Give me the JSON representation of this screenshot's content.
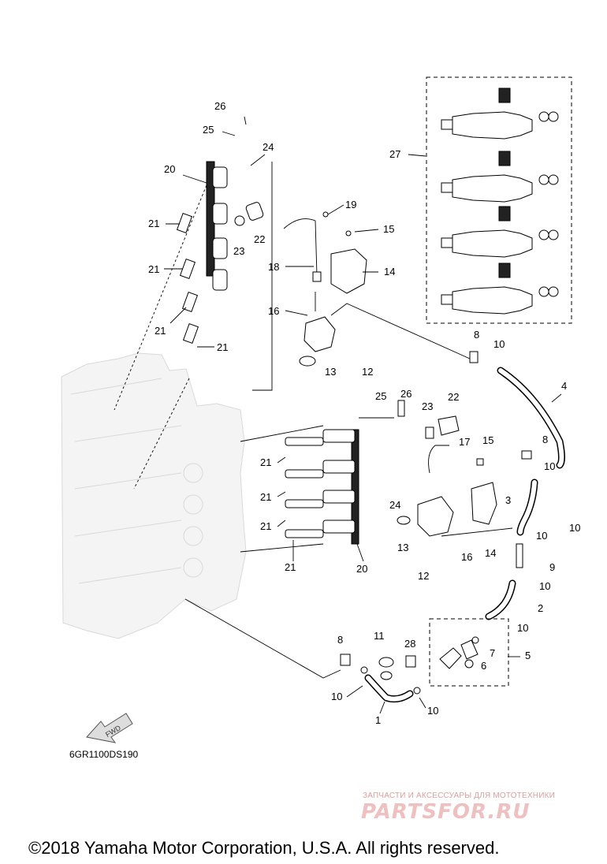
{
  "diagram": {
    "code": "6GR1100DS190",
    "fwd_label": "FWD",
    "watermark": {
      "subtitle": "ЗАПЧАСТИ И АКСЕССУАРЫ ДЛЯ МОТОТЕХНИКИ",
      "brand": "PARTSFOR.RU"
    },
    "copyright": "©2018 Yamaha Motor Corporation, U.S.A. All rights reserved.",
    "callouts": [
      {
        "label": "26"
      },
      {
        "label": "25"
      },
      {
        "label": "24"
      },
      {
        "label": "20"
      },
      {
        "label": "21"
      },
      {
        "label": "22"
      },
      {
        "label": "23"
      },
      {
        "label": "19"
      },
      {
        "label": "15"
      },
      {
        "label": "18"
      },
      {
        "label": "14"
      },
      {
        "label": "16"
      },
      {
        "label": "21"
      },
      {
        "label": "21"
      },
      {
        "label": "21"
      },
      {
        "label": "13"
      },
      {
        "label": "12"
      },
      {
        "label": "27"
      },
      {
        "label": "8"
      },
      {
        "label": "10"
      },
      {
        "label": "4"
      },
      {
        "label": "25"
      },
      {
        "label": "26"
      },
      {
        "label": "23"
      },
      {
        "label": "22"
      },
      {
        "label": "17"
      },
      {
        "label": "15"
      },
      {
        "label": "21"
      },
      {
        "label": "21"
      },
      {
        "label": "21"
      },
      {
        "label": "21"
      },
      {
        "label": "24"
      },
      {
        "label": "13"
      },
      {
        "label": "16"
      },
      {
        "label": "14"
      },
      {
        "label": "20"
      },
      {
        "label": "12"
      },
      {
        "label": "8"
      },
      {
        "label": "10"
      },
      {
        "label": "3"
      },
      {
        "label": "10"
      },
      {
        "label": "10"
      },
      {
        "label": "9"
      },
      {
        "label": "10"
      },
      {
        "label": "2"
      },
      {
        "label": "10"
      },
      {
        "label": "7"
      },
      {
        "label": "5"
      },
      {
        "label": "6"
      },
      {
        "label": "8"
      },
      {
        "label": "11"
      },
      {
        "label": "28"
      },
      {
        "label": "10"
      },
      {
        "label": "10"
      },
      {
        "label": "1"
      }
    ]
  }
}
